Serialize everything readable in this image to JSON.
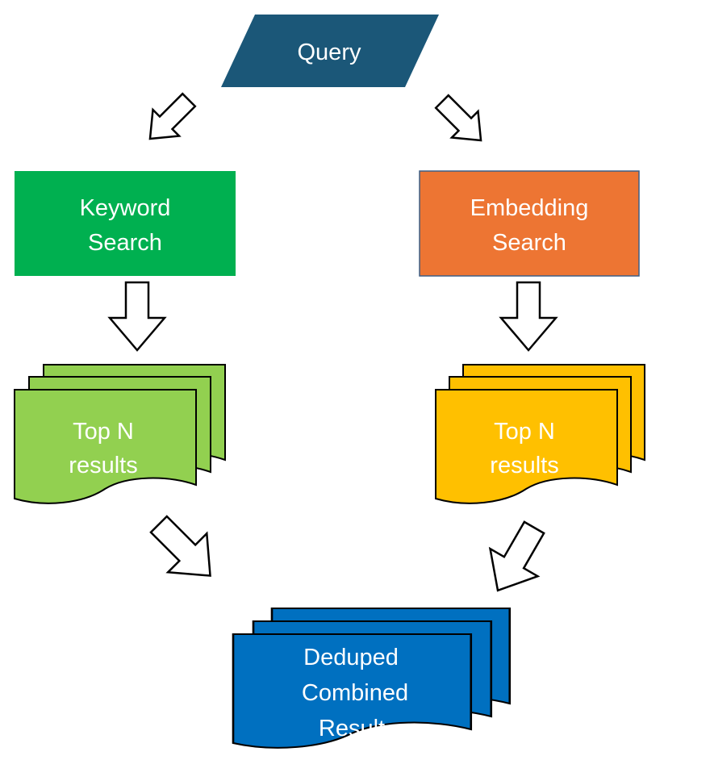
{
  "query": {
    "label": "Query",
    "color": "#1b5778"
  },
  "keyword_search": {
    "line1": "Keyword",
    "line2": "Search",
    "color": "#00b050"
  },
  "embedding_search": {
    "line1": "Embedding",
    "line2": "Search",
    "color": "#ed7533"
  },
  "keyword_results": {
    "line1": "Top N",
    "line2": "results",
    "color": "#92d050"
  },
  "embedding_results": {
    "line1": "Top N",
    "line2": "results",
    "color": "#ffc000"
  },
  "combined": {
    "line1": "Deduped",
    "line2": "Combined",
    "line3": "Result",
    "color": "#0070c0"
  },
  "arrow_style": {
    "fill": "#ffffff",
    "stroke": "#000000"
  }
}
